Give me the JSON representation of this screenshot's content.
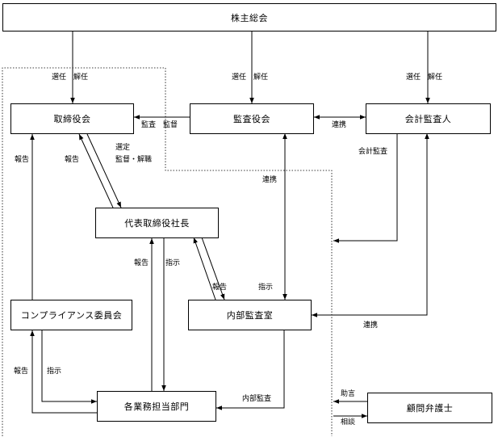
{
  "nodes": {
    "shareholders": "株主総会",
    "board": "取締役会",
    "audit_board": "監査役会",
    "accounting_auditor": "会計監査人",
    "president": "代表取締役社長",
    "compliance": "コンプライアンス委員会",
    "internal_audit": "内部監査室",
    "departments": "各業務担当部門",
    "legal_counsel": "顧問弁護士"
  },
  "edge_labels": {
    "elect_dismiss": "選任　解任",
    "audit": "監査　監督",
    "cooperation": "連携",
    "accounting_audit": "会計監査",
    "report": "報告",
    "select": "選定",
    "supervise_dismiss": "監督・解職",
    "instruct": "指示",
    "internal_audit_label": "内部監査",
    "advice": "助言",
    "consult": "相談"
  }
}
